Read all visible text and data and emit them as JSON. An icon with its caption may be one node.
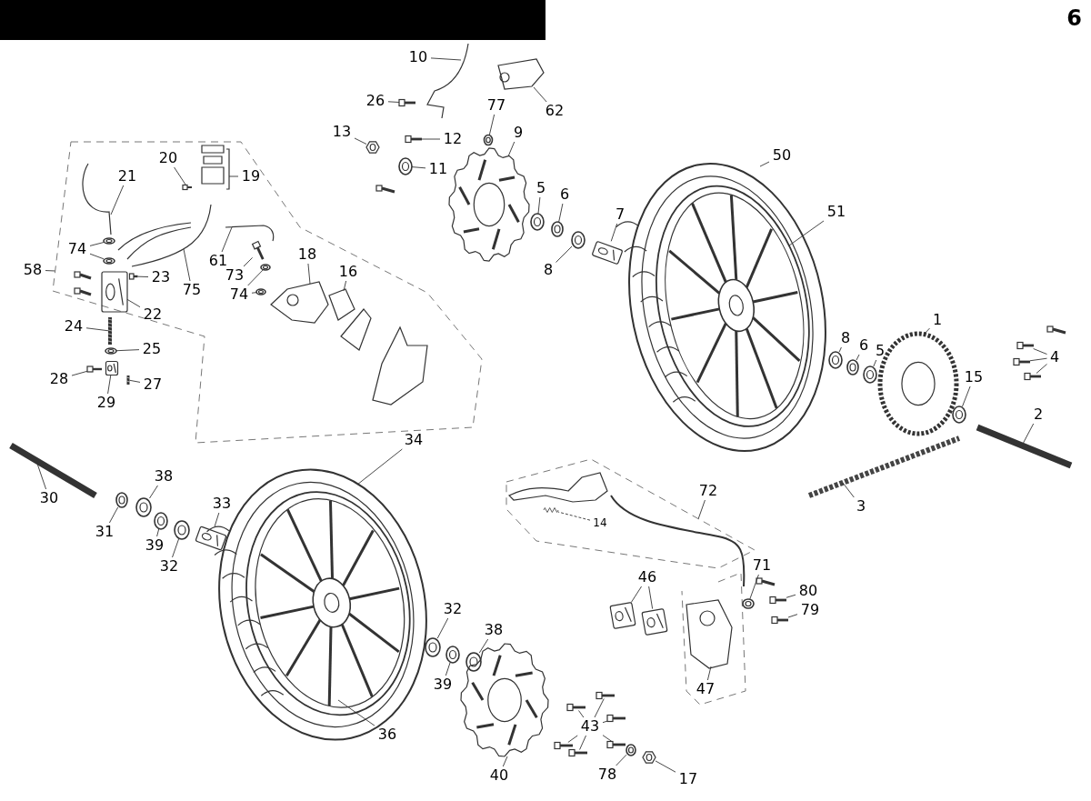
{
  "diagram": {
    "nodes": [
      {
        "text": [
          "10"
        ]
      },
      {
        "text": [
          "26"
        ]
      },
      {
        "text": [
          "62"
        ]
      },
      {
        "text": [
          "77"
        ]
      },
      {
        "text": [
          "13"
        ]
      },
      {
        "text": [
          "12"
        ]
      },
      {
        "text": [
          "11"
        ]
      },
      {
        "text": [
          "9"
        ]
      },
      {
        "text": [
          "5"
        ]
      },
      {
        "text": [
          "6"
        ]
      },
      {
        "text": [
          "7"
        ]
      },
      {
        "text": [
          "8"
        ]
      },
      {
        "text": [
          "50"
        ]
      },
      {
        "text": [
          "51"
        ]
      },
      {
        "text": [
          "20"
        ],
        "in": 80
      },
      {
        "text": [
          "19"
        ],
        "in": 80
      },
      {
        "text": [
          "21"
        ],
        "in": 80
      },
      {
        "text": [
          "74"
        ],
        "in": 80
      },
      {
        "text": [
          "58"
        ]
      },
      {
        "text": [
          "23"
        ],
        "in": 80
      },
      {
        "text": [
          "75"
        ],
        "in": 80
      },
      {
        "text": [
          "61"
        ],
        "in": 80
      },
      {
        "text": [
          "73"
        ],
        "in": 80
      },
      {
        "text": [
          "74"
        ],
        "in": 80
      },
      {
        "text": [
          "18"
        ],
        "in": 80
      },
      {
        "text": [
          "16"
        ],
        "in": 80
      },
      {
        "text": [
          "22"
        ],
        "in": 80
      },
      {
        "text": [
          "24"
        ]
      },
      {
        "text": [
          "25"
        ]
      },
      {
        "text": [
          "28"
        ]
      },
      {
        "text": [
          "27"
        ]
      },
      {
        "text": [
          "29"
        ]
      },
      {
        "text": [
          "1"
        ]
      },
      {
        "text": [
          "8"
        ]
      },
      {
        "text": [
          "6"
        ]
      },
      {
        "text": [
          "5"
        ]
      },
      {
        "text": [
          "4"
        ]
      },
      {
        "text": [
          "15"
        ]
      },
      {
        "text": [
          "2"
        ]
      },
      {
        "text": [
          "3"
        ]
      },
      {
        "text": [
          "30"
        ]
      },
      {
        "text": [
          "38"
        ]
      },
      {
        "text": [
          "33"
        ]
      },
      {
        "text": [
          "31"
        ]
      },
      {
        "text": [
          "39"
        ]
      },
      {
        "text": [
          "32"
        ]
      },
      {
        "text": [
          "34"
        ]
      },
      {
        "text": [
          "36"
        ]
      },
      {
        "text": [
          "72"
        ]
      },
      {
        "text": [
          "14"
        ],
        "in": 112
      },
      {
        "text": [
          "71"
        ]
      },
      {
        "text": [
          "80"
        ]
      },
      {
        "text": [
          "79"
        ]
      },
      {
        "text": [
          "46"
        ]
      },
      {
        "text": [
          "32"
        ]
      },
      {
        "text": [
          "38"
        ]
      },
      {
        "text": [
          "39"
        ]
      },
      {
        "text": [
          "47"
        ]
      },
      {
        "text": [
          "43"
        ]
      },
      {
        "text": [
          "40"
        ]
      },
      {
        "text": [
          "78"
        ]
      },
      {
        "text": [
          "17"
        ]
      },
      {
        "text": [],
        "shape": "picture"
      },
      {
        "text": [],
        "shape": "picture"
      },
      {
        "text": [],
        "shape": "picture"
      },
      {
        "text": [],
        "shape": "picture"
      },
      {
        "text": [],
        "shape": "picture"
      },
      {
        "text": [],
        "shape": "picture"
      },
      {
        "text": [],
        "shape": "picture"
      },
      {
        "text": [],
        "shape": "picture"
      },
      {
        "text": [],
        "shape": "picture"
      },
      {
        "text": [],
        "shape": "picture"
      },
      {
        "text": [],
        "shape": "picture"
      },
      {
        "text": [],
        "shape": "picture"
      },
      {
        "text": [],
        "shape": "picture"
      },
      {
        "text": [],
        "shape": "picture",
        "in": 80
      },
      {
        "text": [],
        "shape": "picture",
        "in": 80
      },
      {
        "text": [],
        "shape": "picture",
        "in": 80
      },
      {
        "text": [],
        "shape": "picture",
        "in": 80
      },
      {
        "text": [],
        "shape": "picture",
        "in": 80
      },
      {
        "text": [],
        "shape": "box"
      },
      {
        "text": [],
        "shape": "picture",
        "in": 80
      },
      {
        "text": [],
        "shape": "picture",
        "in": 80
      },
      {
        "text": [],
        "shape": "picture",
        "in": 80
      },
      {
        "text": [],
        "shape": "picture",
        "in": 80
      },
      {
        "text": [],
        "shape": "picture",
        "in": 80
      },
      {
        "text": [],
        "shape": "picture",
        "in": 80
      },
      {
        "text": [],
        "shape": "picture",
        "in": 80
      },
      {
        "text": [],
        "shape": "picture",
        "in": 80
      },
      {
        "text": [],
        "shape": "picture",
        "in": 80
      },
      {
        "text": [],
        "shape": "picture"
      },
      {
        "text": [],
        "shape": "picture"
      },
      {
        "text": [],
        "shape": "picture"
      },
      {
        "text": [],
        "shape": "picture"
      },
      {
        "text": [],
        "shape": "picture"
      },
      {
        "text": [],
        "shape": "picture"
      },
      {
        "text": [],
        "shape": "picture"
      },
      {
        "text": [],
        "shape": "picture"
      },
      {
        "text": [],
        "shape": "picture"
      },
      {
        "text": [],
        "shape": "picture"
      },
      {
        "text": [],
        "shape": "picture"
      },
      {
        "text": [],
        "shape": "picture"
      },
      {
        "text": [],
        "shape": "picture"
      },
      {
        "text": [],
        "shape": "picture"
      },
      {
        "text": [],
        "shape": "picture"
      },
      {
        "text": [],
        "shape": "picture"
      },
      {
        "text": [],
        "shape": "picture"
      },
      {
        "text": [],
        "shape": "picture"
      },
      {
        "text": [],
        "shape": "picture"
      },
      {
        "text": [],
        "shape": "picture"
      },
      {
        "text": [],
        "shape": "picture"
      },
      {
        "text": [],
        "shape": "picture"
      },
      {
        "text": [],
        "shape": "box"
      },
      {
        "text": [],
        "shape": "picture",
        "in": 112
      },
      {
        "text": [],
        "shape": "picture"
      },
      {
        "text": [],
        "shape": "picture"
      },
      {
        "text": [],
        "shape": "picture"
      },
      {
        "text": [],
        "shape": "picture"
      },
      {
        "text": [],
        "shape": "picture"
      },
      {
        "text": [],
        "shape": "picture"
      },
      {
        "text": [],
        "shape": "picture"
      },
      {
        "text": [],
        "shape": "picture"
      },
      {
        "text": [],
        "shape": "picture"
      },
      {
        "text": [],
        "shape": "picture"
      },
      {
        "text": [],
        "shape": "picture"
      },
      {
        "text": [],
        "shape": "picture"
      },
      {
        "text": [],
        "shape": "picture"
      },
      {
        "text": [],
        "shape": "picture"
      },
      {
        "text": [],
        "shape": "picture"
      },
      {
        "text": [],
        "shape": "picture"
      },
      {
        "text": [],
        "shape": "picture"
      },
      {
        "text": [],
        "shape": "picture"
      }
    ],
    "edges": [
      {
        "from": 0,
        "to": 62,
        "arrow": "none"
      },
      {
        "from": 1,
        "to": 63,
        "arrow": "none"
      },
      {
        "from": 2,
        "to": 64,
        "arrow": "none"
      },
      {
        "from": 3,
        "to": 65,
        "arrow": "none"
      },
      {
        "from": 4,
        "to": 66,
        "arrow": "none"
      },
      {
        "from": 5,
        "to": 67,
        "arrow": "none"
      },
      {
        "from": 6,
        "to": 68,
        "arrow": "none"
      },
      {
        "from": 7,
        "to": 69,
        "arrow": "none"
      },
      {
        "from": 8,
        "to": 70,
        "arrow": "none"
      },
      {
        "from": 9,
        "to": 71,
        "arrow": "none"
      },
      {
        "from": 10,
        "to": 72,
        "arrow": "none"
      },
      {
        "from": 11,
        "to": 73,
        "arrow": "none"
      },
      {
        "from": 12,
        "to": 74,
        "arrow": "none"
      },
      {
        "from": 13,
        "to": 74,
        "arrow": "none"
      },
      {
        "from": 14,
        "to": 75,
        "arrow": "none"
      },
      {
        "from": 15,
        "to": 76,
        "arrow": "none"
      },
      {
        "from": 16,
        "to": 77,
        "arrow": "none"
      },
      {
        "from": 17,
        "to": 78,
        "arrow": "none"
      },
      {
        "from": 17,
        "to": 79,
        "arrow": "none"
      },
      {
        "from": 18,
        "to": 80,
        "arrow": "none"
      },
      {
        "from": 19,
        "to": 81,
        "arrow": "none"
      },
      {
        "from": 20,
        "to": 82,
        "arrow": "none"
      },
      {
        "from": 21,
        "to": 83,
        "arrow": "none"
      },
      {
        "from": 22,
        "to": 84,
        "arrow": "none"
      },
      {
        "from": 23,
        "to": 85,
        "arrow": "none"
      },
      {
        "from": 23,
        "to": 86,
        "arrow": "none"
      },
      {
        "from": 24,
        "to": 87,
        "arrow": "none"
      },
      {
        "from": 25,
        "to": 88,
        "arrow": "none"
      },
      {
        "from": 26,
        "to": 89,
        "arrow": "none"
      },
      {
        "from": 27,
        "to": 90,
        "arrow": "none"
      },
      {
        "from": 28,
        "to": 91,
        "arrow": "none"
      },
      {
        "from": 29,
        "to": 92,
        "arrow": "none"
      },
      {
        "from": 30,
        "to": 93,
        "arrow": "none"
      },
      {
        "from": 31,
        "to": 94,
        "arrow": "none"
      },
      {
        "from": 32,
        "to": 95,
        "arrow": "none"
      },
      {
        "from": 33,
        "to": 96,
        "arrow": "none"
      },
      {
        "from": 34,
        "to": 97,
        "arrow": "none"
      },
      {
        "from": 35,
        "to": 98,
        "arrow": "none"
      },
      {
        "from": 36,
        "to": 99,
        "arrow": "none"
      },
      {
        "from": 36,
        "to": 100,
        "arrow": "none"
      },
      {
        "from": 36,
        "to": 101,
        "arrow": "none"
      },
      {
        "from": 37,
        "to": 102,
        "arrow": "none"
      },
      {
        "from": 38,
        "to": 103,
        "arrow": "none"
      },
      {
        "from": 39,
        "to": 104,
        "arrow": "none"
      },
      {
        "from": 40,
        "to": 105,
        "arrow": "none"
      },
      {
        "from": 41,
        "to": 106,
        "arrow": "none"
      },
      {
        "from": 42,
        "to": 107,
        "arrow": "none"
      },
      {
        "from": 43,
        "to": 108,
        "arrow": "none"
      },
      {
        "from": 44,
        "to": 109,
        "arrow": "none"
      },
      {
        "from": 45,
        "to": 110,
        "arrow": "none"
      },
      {
        "from": 46,
        "to": 111,
        "arrow": "none"
      },
      {
        "from": 47,
        "to": 111,
        "arrow": "none"
      },
      {
        "from": 48,
        "to": 112,
        "arrow": "none"
      },
      {
        "from": 49,
        "to": 113,
        "arrow": "none",
        "style": "dashed"
      },
      {
        "from": 50,
        "to": 114,
        "arrow": "none"
      },
      {
        "from": 51,
        "to": 115,
        "arrow": "none"
      },
      {
        "from": 52,
        "to": 116,
        "arrow": "none"
      },
      {
        "from": 53,
        "to": 117,
        "arrow": "none"
      },
      {
        "from": 53,
        "to": 118,
        "arrow": "none"
      },
      {
        "from": 54,
        "to": 119,
        "arrow": "none"
      },
      {
        "from": 55,
        "to": 120,
        "arrow": "none"
      },
      {
        "from": 56,
        "to": 121,
        "arrow": "none"
      },
      {
        "from": 57,
        "to": 122,
        "arrow": "none"
      },
      {
        "from": 58,
        "to": 123,
        "arrow": "none"
      },
      {
        "from": 58,
        "to": 124,
        "arrow": "none"
      },
      {
        "from": 58,
        "to": 125,
        "arrow": "none"
      },
      {
        "from": 58,
        "to": 126,
        "arrow": "none"
      },
      {
        "from": 58,
        "to": 127,
        "arrow": "none"
      },
      {
        "from": 58,
        "to": 128,
        "arrow": "none"
      },
      {
        "from": 59,
        "to": 129,
        "arrow": "none"
      },
      {
        "from": 60,
        "to": 130,
        "arrow": "none"
      },
      {
        "from": 61,
        "to": 131,
        "arrow": "none"
      }
    ],
    "labels": [
      "6"
    ]
  }
}
